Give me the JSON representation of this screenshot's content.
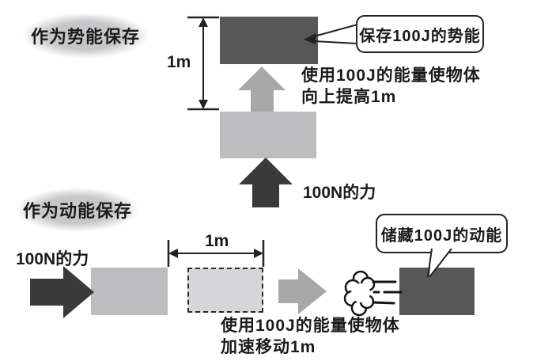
{
  "colors": {
    "dark_box": "#575757",
    "light_box": "#bdbdc0",
    "dark_arrow": "#3a3a3a",
    "gray_arrow": "#a8a8a8",
    "ellipse_fill": "#c7c7ca",
    "text": "#1b1b1b"
  },
  "potential_section": {
    "label": "作为势能保存",
    "height_label": "1m",
    "callout": "保存100J的势能",
    "caption_line1": "使用100J的能量使物体",
    "caption_line2": "向上提高1m",
    "force_label": "100N的力"
  },
  "kinetic_section": {
    "label": "作为动能保存",
    "force_label": "100N的力",
    "distance_label": "1m",
    "callout": "储藏100J的动能",
    "caption_line1": "使用100J的能量使物体",
    "caption_line2": "加速移动1m"
  }
}
